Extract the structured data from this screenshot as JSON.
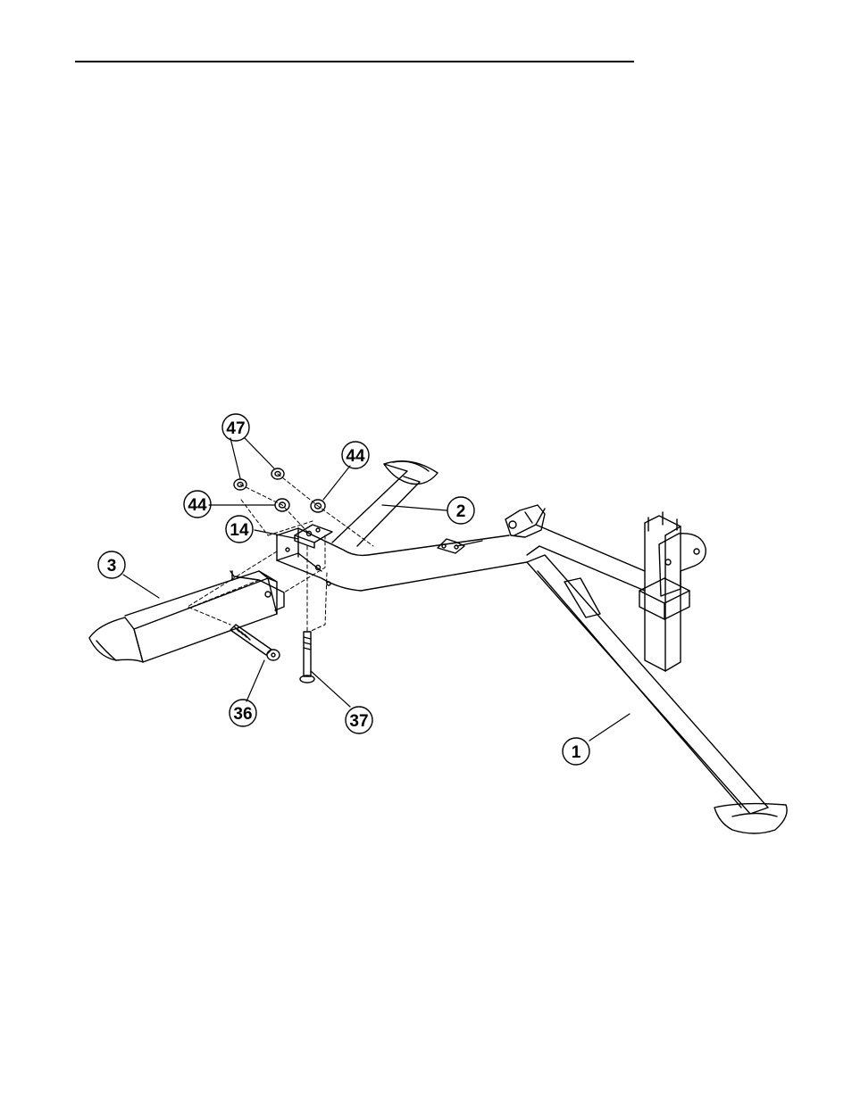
{
  "diagram": {
    "type": "exploded-assembly",
    "callouts": [
      {
        "id": "c47",
        "label": "47"
      },
      {
        "id": "c44a",
        "label": "44"
      },
      {
        "id": "c44b",
        "label": "44"
      },
      {
        "id": "c2",
        "label": "2"
      },
      {
        "id": "c14",
        "label": "14"
      },
      {
        "id": "c3",
        "label": "3"
      },
      {
        "id": "c36",
        "label": "36"
      },
      {
        "id": "c37",
        "label": "37"
      },
      {
        "id": "c1",
        "label": "1"
      }
    ]
  }
}
